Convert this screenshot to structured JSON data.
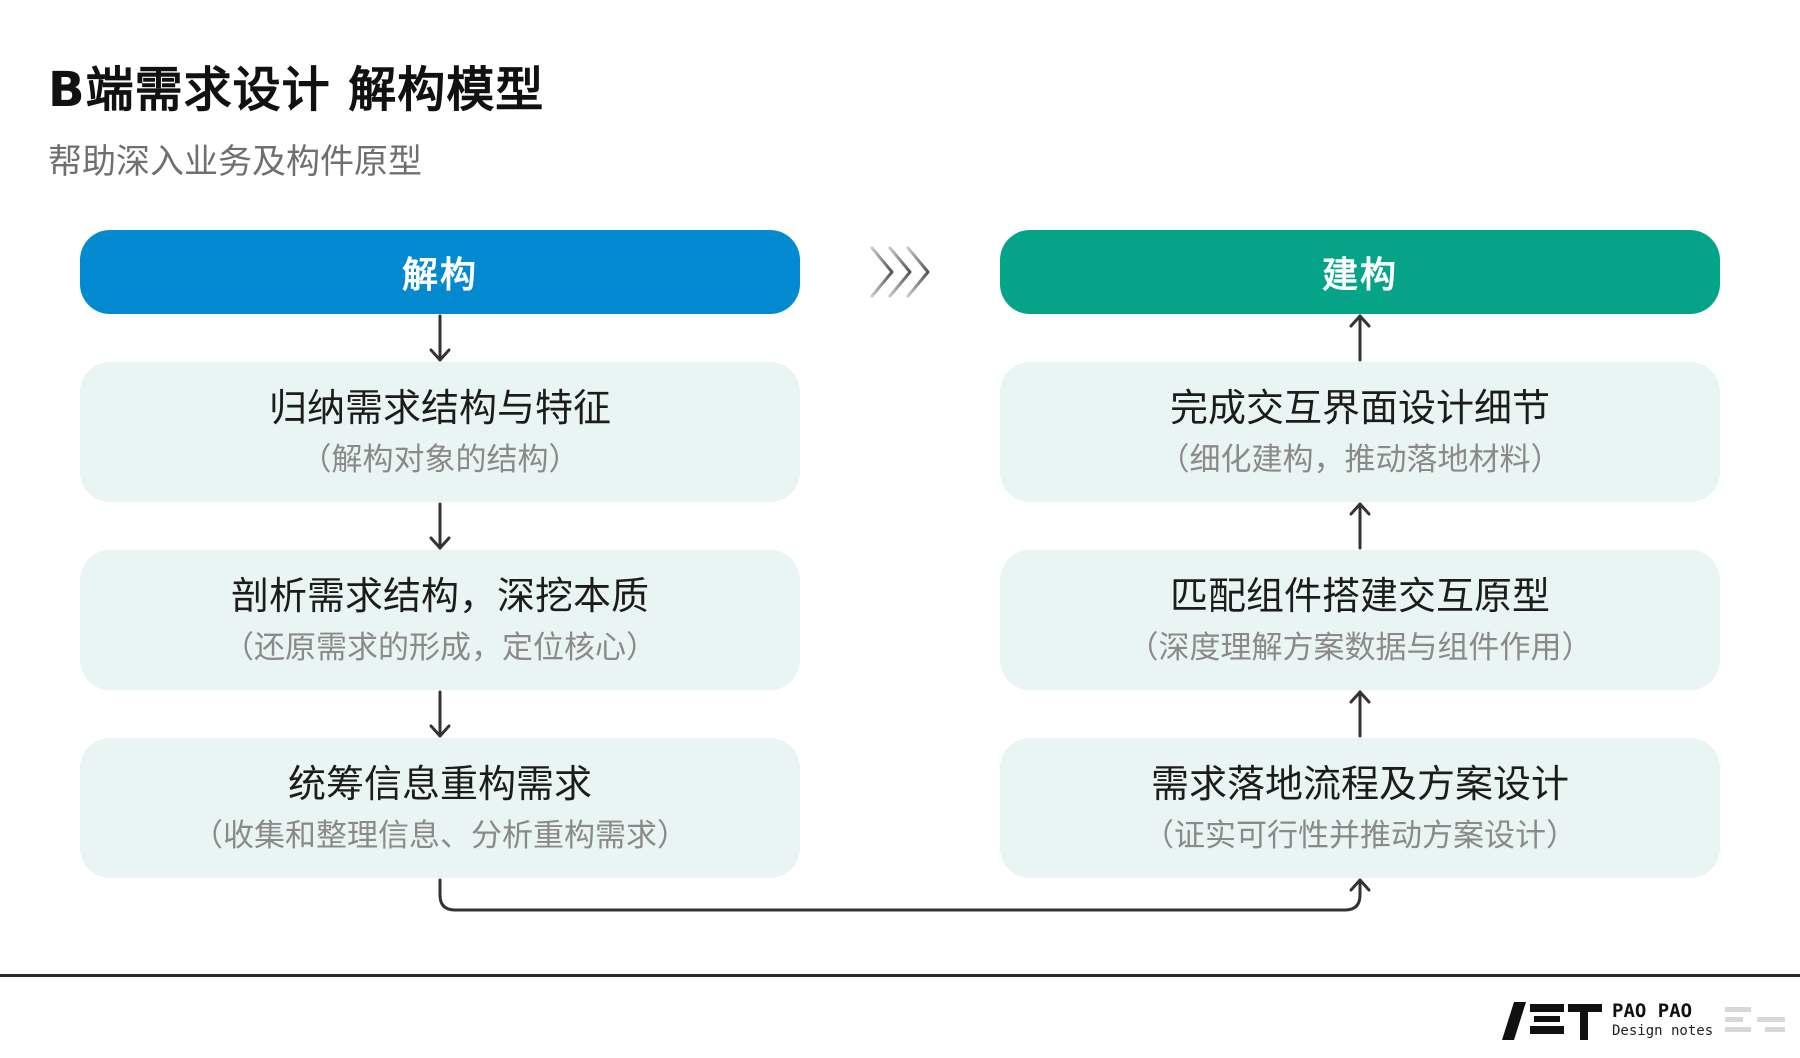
{
  "header": {
    "title": "B端需求设计 解构模型",
    "subtitle": "帮助深入业务及构件原型"
  },
  "colors": {
    "deconstruct": "#0289d0",
    "construct": "#05a488",
    "card_bg": "#e8f5f2",
    "arrow": "#333333"
  },
  "left_column": {
    "label": "解构",
    "steps": [
      {
        "title": "归纳需求结构与特征",
        "sub": "（解构对象的结构）"
      },
      {
        "title": "剖析需求结构，深挖本质",
        "sub": "（还原需求的形成，定位核心）"
      },
      {
        "title": "统筹信息重构需求",
        "sub": "（收集和整理信息、分析重构需求）"
      }
    ]
  },
  "right_column": {
    "label": "建构",
    "steps": [
      {
        "title": "完成交互界面设计细节",
        "sub": "（细化建构，推动落地材料）"
      },
      {
        "title": "匹配组件搭建交互原型",
        "sub": "（深度理解方案数据与组件作用）"
      },
      {
        "title": "需求落地流程及方案设计",
        "sub": "（证实可行性并推动方案设计）"
      }
    ]
  },
  "icons": {
    "between_columns": "triple-chevron-right-icon",
    "down": "arrow-down-icon",
    "up": "arrow-up-icon"
  },
  "logo": {
    "line1": "PAO PAO",
    "line2": "Design notes"
  }
}
